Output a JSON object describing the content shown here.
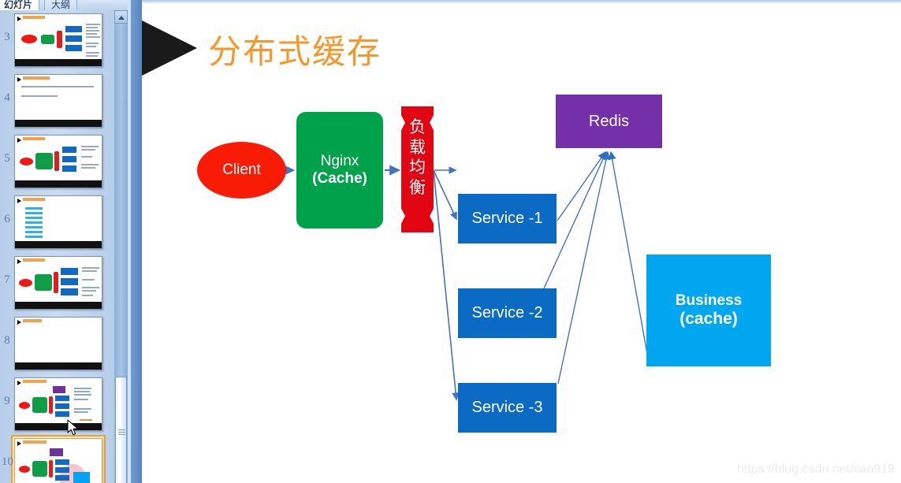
{
  "app": {
    "pane_tabs": [
      {
        "label": "幻灯片",
        "active": true
      },
      {
        "label": "大纲",
        "active": false
      }
    ],
    "close_label": "✕"
  },
  "thumbnails": [
    {
      "number": "3",
      "kind": "diagram-text",
      "selected": false
    },
    {
      "number": "4",
      "kind": "text",
      "selected": false
    },
    {
      "number": "5",
      "kind": "diagram-text",
      "selected": false
    },
    {
      "number": "6",
      "kind": "list",
      "selected": false
    },
    {
      "number": "7",
      "kind": "diagram-text",
      "selected": false
    },
    {
      "number": "8",
      "kind": "blank",
      "selected": false
    },
    {
      "number": "9",
      "kind": "diagram-redis",
      "selected": false
    },
    {
      "number": "10",
      "kind": "diagram-highlight",
      "selected": true
    }
  ],
  "slide": {
    "title": "分布式缓存",
    "title_color": "#f5972a",
    "watermark": "https://blog.csdn.net/cao919",
    "nodes": {
      "client": {
        "label": "Client",
        "color": "#f81b06"
      },
      "nginx": {
        "line1": "Nginx",
        "line2": "(Cache)",
        "color": "#00a14b"
      },
      "load_balancer": {
        "label": "负载均衡",
        "color": "#e20613"
      },
      "service1": {
        "label": "Service -1",
        "color": "#0b6ac4"
      },
      "service2": {
        "label": "Service -2",
        "color": "#0b6ac4"
      },
      "service3": {
        "label": "Service -3",
        "color": "#0b6ac4"
      },
      "redis": {
        "label": "Redis",
        "color": "#7430a8"
      },
      "business": {
        "line1": "Business",
        "line2": "(cache)",
        "color": "#00a7f0"
      }
    },
    "arrow_color": "#4472c4"
  }
}
